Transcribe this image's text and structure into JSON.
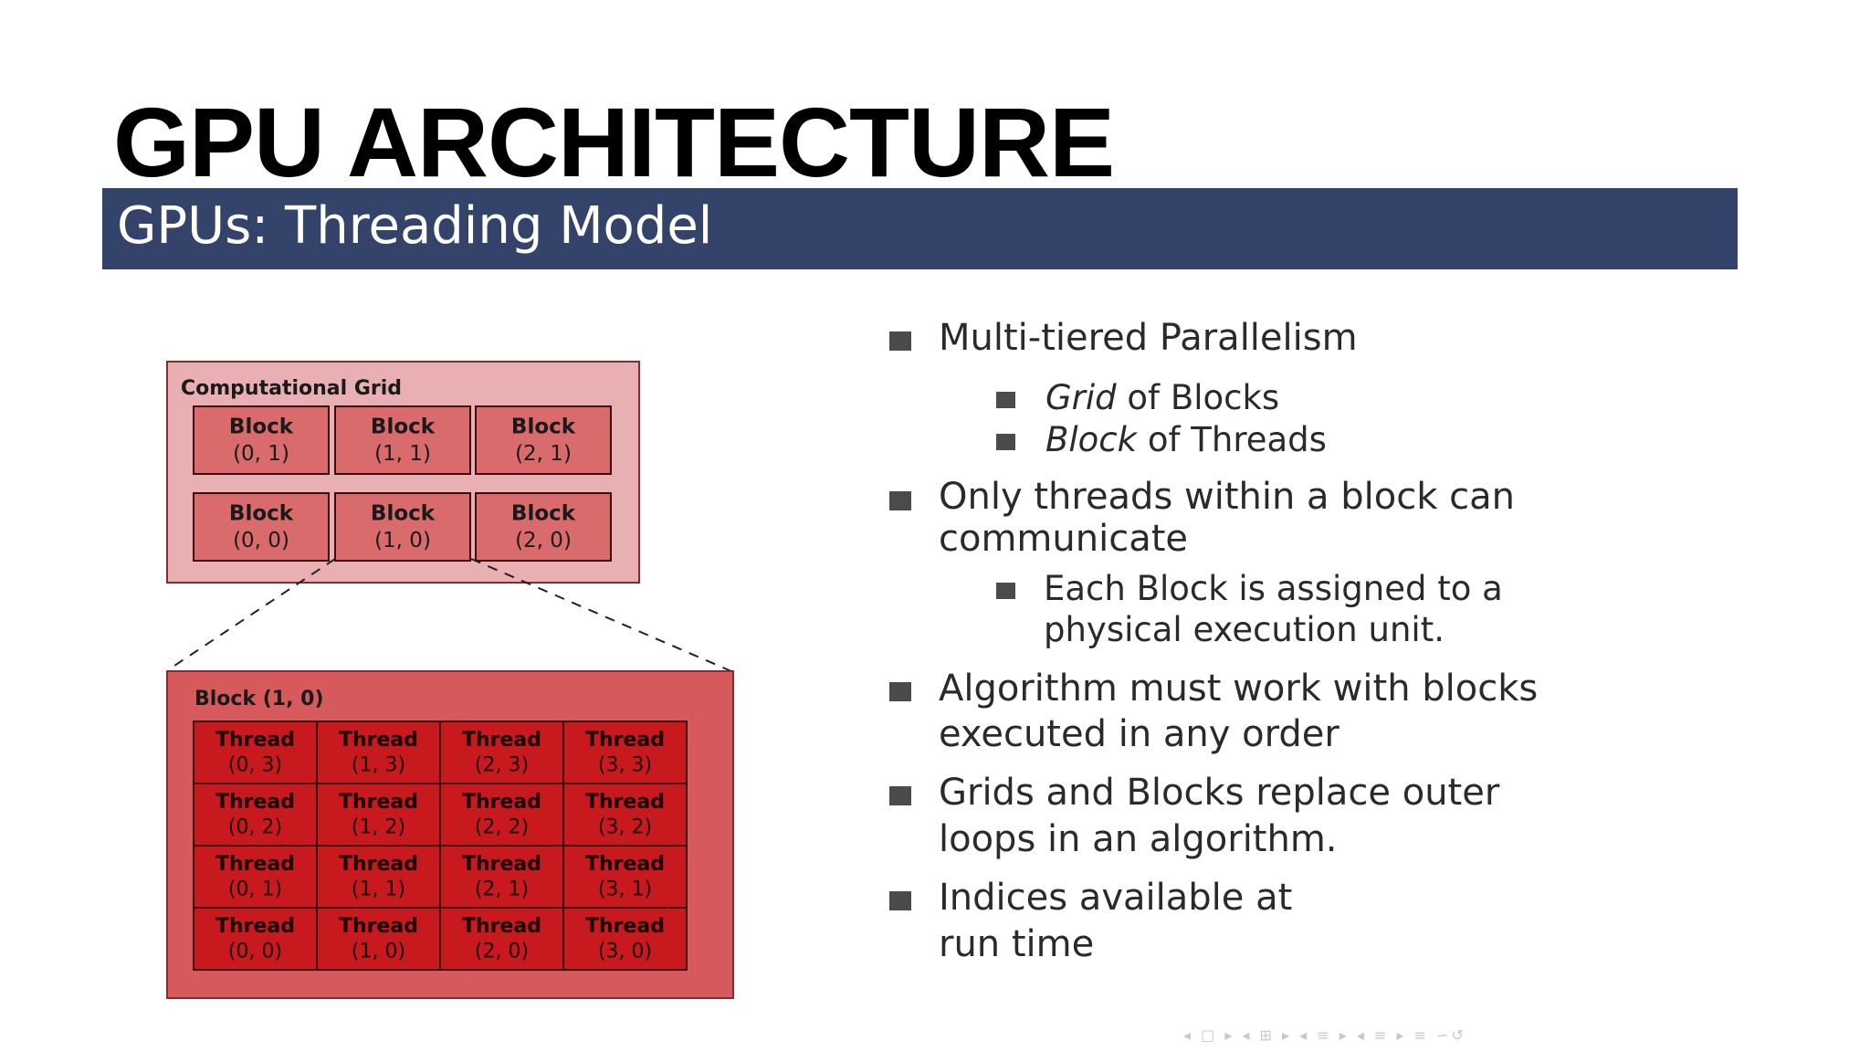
{
  "slide": {
    "title": "GPU ARCHITECTURE",
    "banner": "GPUs:  Threading Model"
  },
  "diagram": {
    "grid_label": "Computational Grid",
    "blocks": [
      {
        "line1": "Block",
        "line2": "(0, 1)"
      },
      {
        "line1": "Block",
        "line2": "(1, 1)"
      },
      {
        "line1": "Block",
        "line2": "(2, 1)"
      },
      {
        "line1": "Block",
        "line2": "(0, 0)"
      },
      {
        "line1": "Block",
        "line2": "(1, 0)"
      },
      {
        "line1": "Block",
        "line2": "(2, 0)"
      }
    ],
    "block_label": "Block (1, 0)",
    "threads": [
      {
        "line1": "Thread",
        "line2": "(0, 3)"
      },
      {
        "line1": "Thread",
        "line2": "(1, 3)"
      },
      {
        "line1": "Thread",
        "line2": "(2, 3)"
      },
      {
        "line1": "Thread",
        "line2": "(3, 3)"
      },
      {
        "line1": "Thread",
        "line2": "(0, 2)"
      },
      {
        "line1": "Thread",
        "line2": "(1, 2)"
      },
      {
        "line1": "Thread",
        "line2": "(2, 2)"
      },
      {
        "line1": "Thread",
        "line2": "(3, 2)"
      },
      {
        "line1": "Thread",
        "line2": "(0, 1)"
      },
      {
        "line1": "Thread",
        "line2": "(1, 1)"
      },
      {
        "line1": "Thread",
        "line2": "(2, 1)"
      },
      {
        "line1": "Thread",
        "line2": "(3, 1)"
      },
      {
        "line1": "Thread",
        "line2": "(0, 0)"
      },
      {
        "line1": "Thread",
        "line2": "(1, 0)"
      },
      {
        "line1": "Thread",
        "line2": "(2, 0)"
      },
      {
        "line1": "Thread",
        "line2": "(3, 0)"
      }
    ],
    "colors": {
      "grid_bg": "#e8b0b2",
      "block_fill": "#d96b6d",
      "big_block_bg": "#d65a5c",
      "thread_fill": "#c81a1e"
    }
  },
  "bullets": {
    "b1": "Multi-tiered Parallelism",
    "b1_sub1_italic": "Grid",
    "b1_sub1_rest": " of Blocks",
    "b1_sub2_italic": "Block",
    "b1_sub2_rest": " of Threads",
    "b2_line1": "Only threads within a block can",
    "b2_line2": "communicate",
    "b2_sub1_line1": "Each Block is assigned to a",
    "b2_sub1_line2": "physical execution unit.",
    "b3_line1": "Algorithm must work with blocks",
    "b3_line2": "executed in any order",
    "b4_line1": "Grids and Blocks replace outer",
    "b4_line2": "loops in an algorithm.",
    "b5_line1": "Indices available at",
    "b5_line2": "run time"
  },
  "nav": {
    "symbols": "◂ □ ▸ ◂ ⊞ ▸ ◂ ≡ ▸ ◂ ≡ ▸   ≡   ∽↺"
  }
}
